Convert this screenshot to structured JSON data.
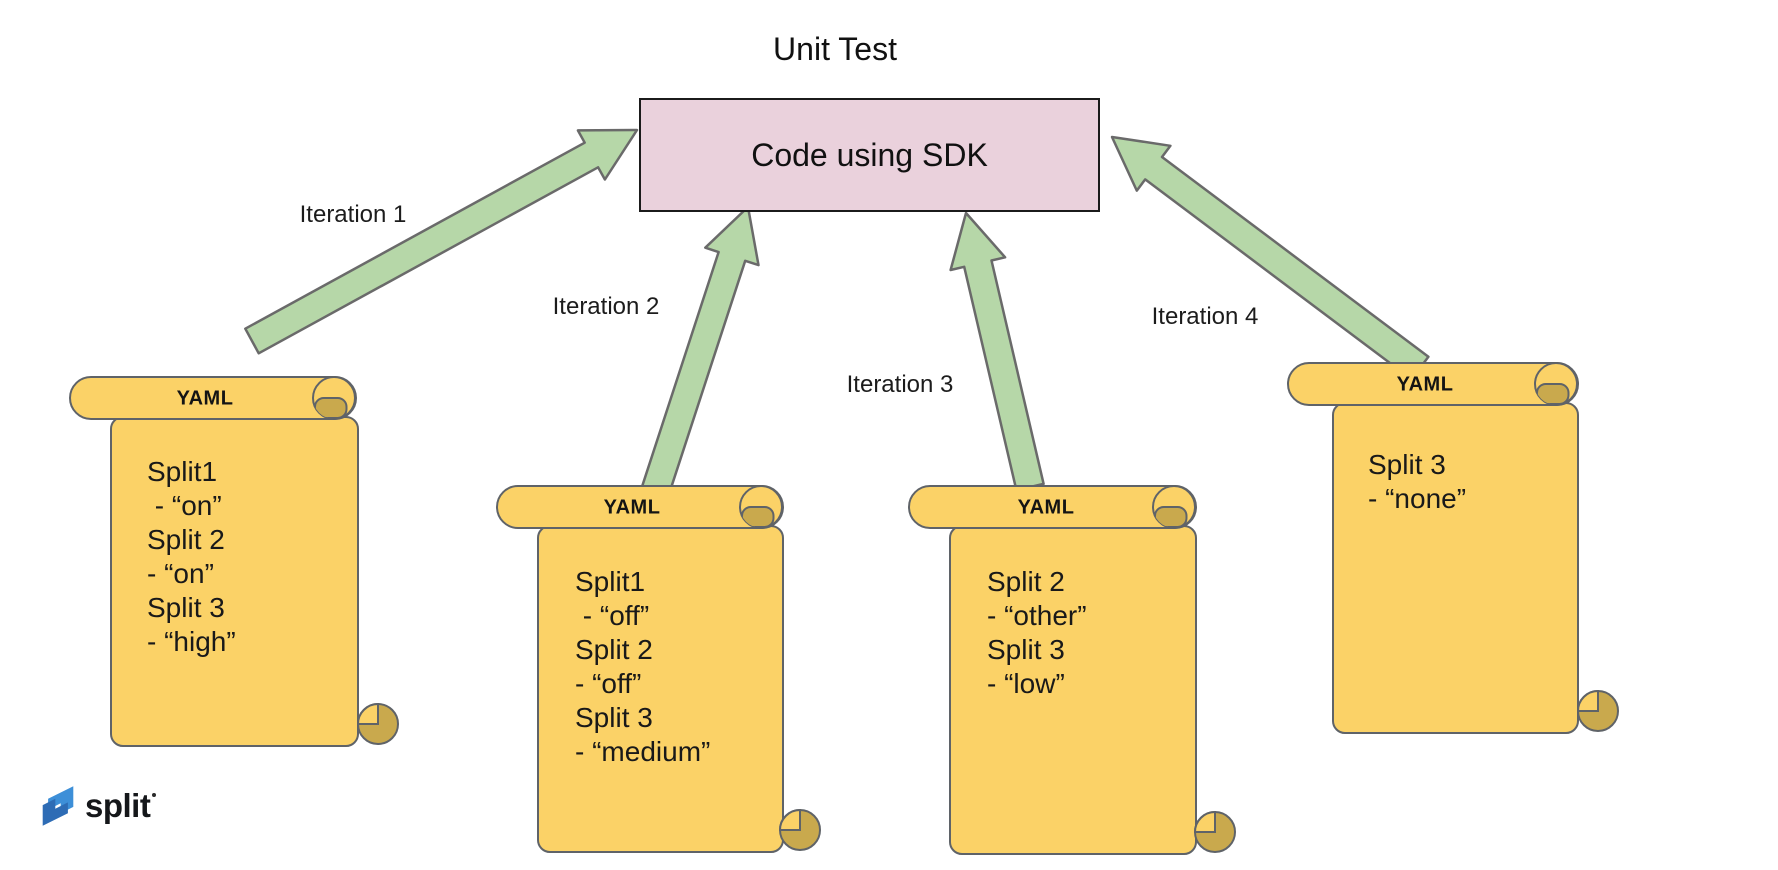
{
  "title": "Unit Test",
  "sdk_box": {
    "label": "Code using SDK",
    "fill": "#ead1dc",
    "border": "#1b1b1b"
  },
  "iterations": [
    {
      "label": "Iteration 1"
    },
    {
      "label": "Iteration 2"
    },
    {
      "label": "Iteration 3"
    },
    {
      "label": "Iteration 4"
    }
  ],
  "scrolls": [
    {
      "header": "YAML",
      "lines": [
        "Split1",
        " - “on”",
        "Split 2",
        "- “on”",
        "Split 3",
        "- “high”"
      ]
    },
    {
      "header": "YAML",
      "lines": [
        "Split1",
        " - “off”",
        "Split 2",
        "- “off”",
        "Split 3",
        "- “medium”"
      ]
    },
    {
      "header": "YAML",
      "lines": [
        "Split 2",
        "- “other”",
        "Split 3",
        "- “low”"
      ]
    },
    {
      "header": "YAML",
      "lines": [
        "Split 3",
        "- “none”"
      ]
    }
  ],
  "logo": {
    "text": "split"
  },
  "colors": {
    "scroll_fill": "#fbd267",
    "scroll_curl": "#c9a94d",
    "scroll_outline": "#5f6368",
    "arrow_fill": "#b6d7a8",
    "arrow_outline": "#6a6a6a",
    "box_fill": "#ead1dc",
    "box_border": "#1b1b1b",
    "text": "#1f1f1f",
    "logo_blue_light": "#3d8fd8",
    "logo_blue_dark": "#2e6cb5"
  }
}
